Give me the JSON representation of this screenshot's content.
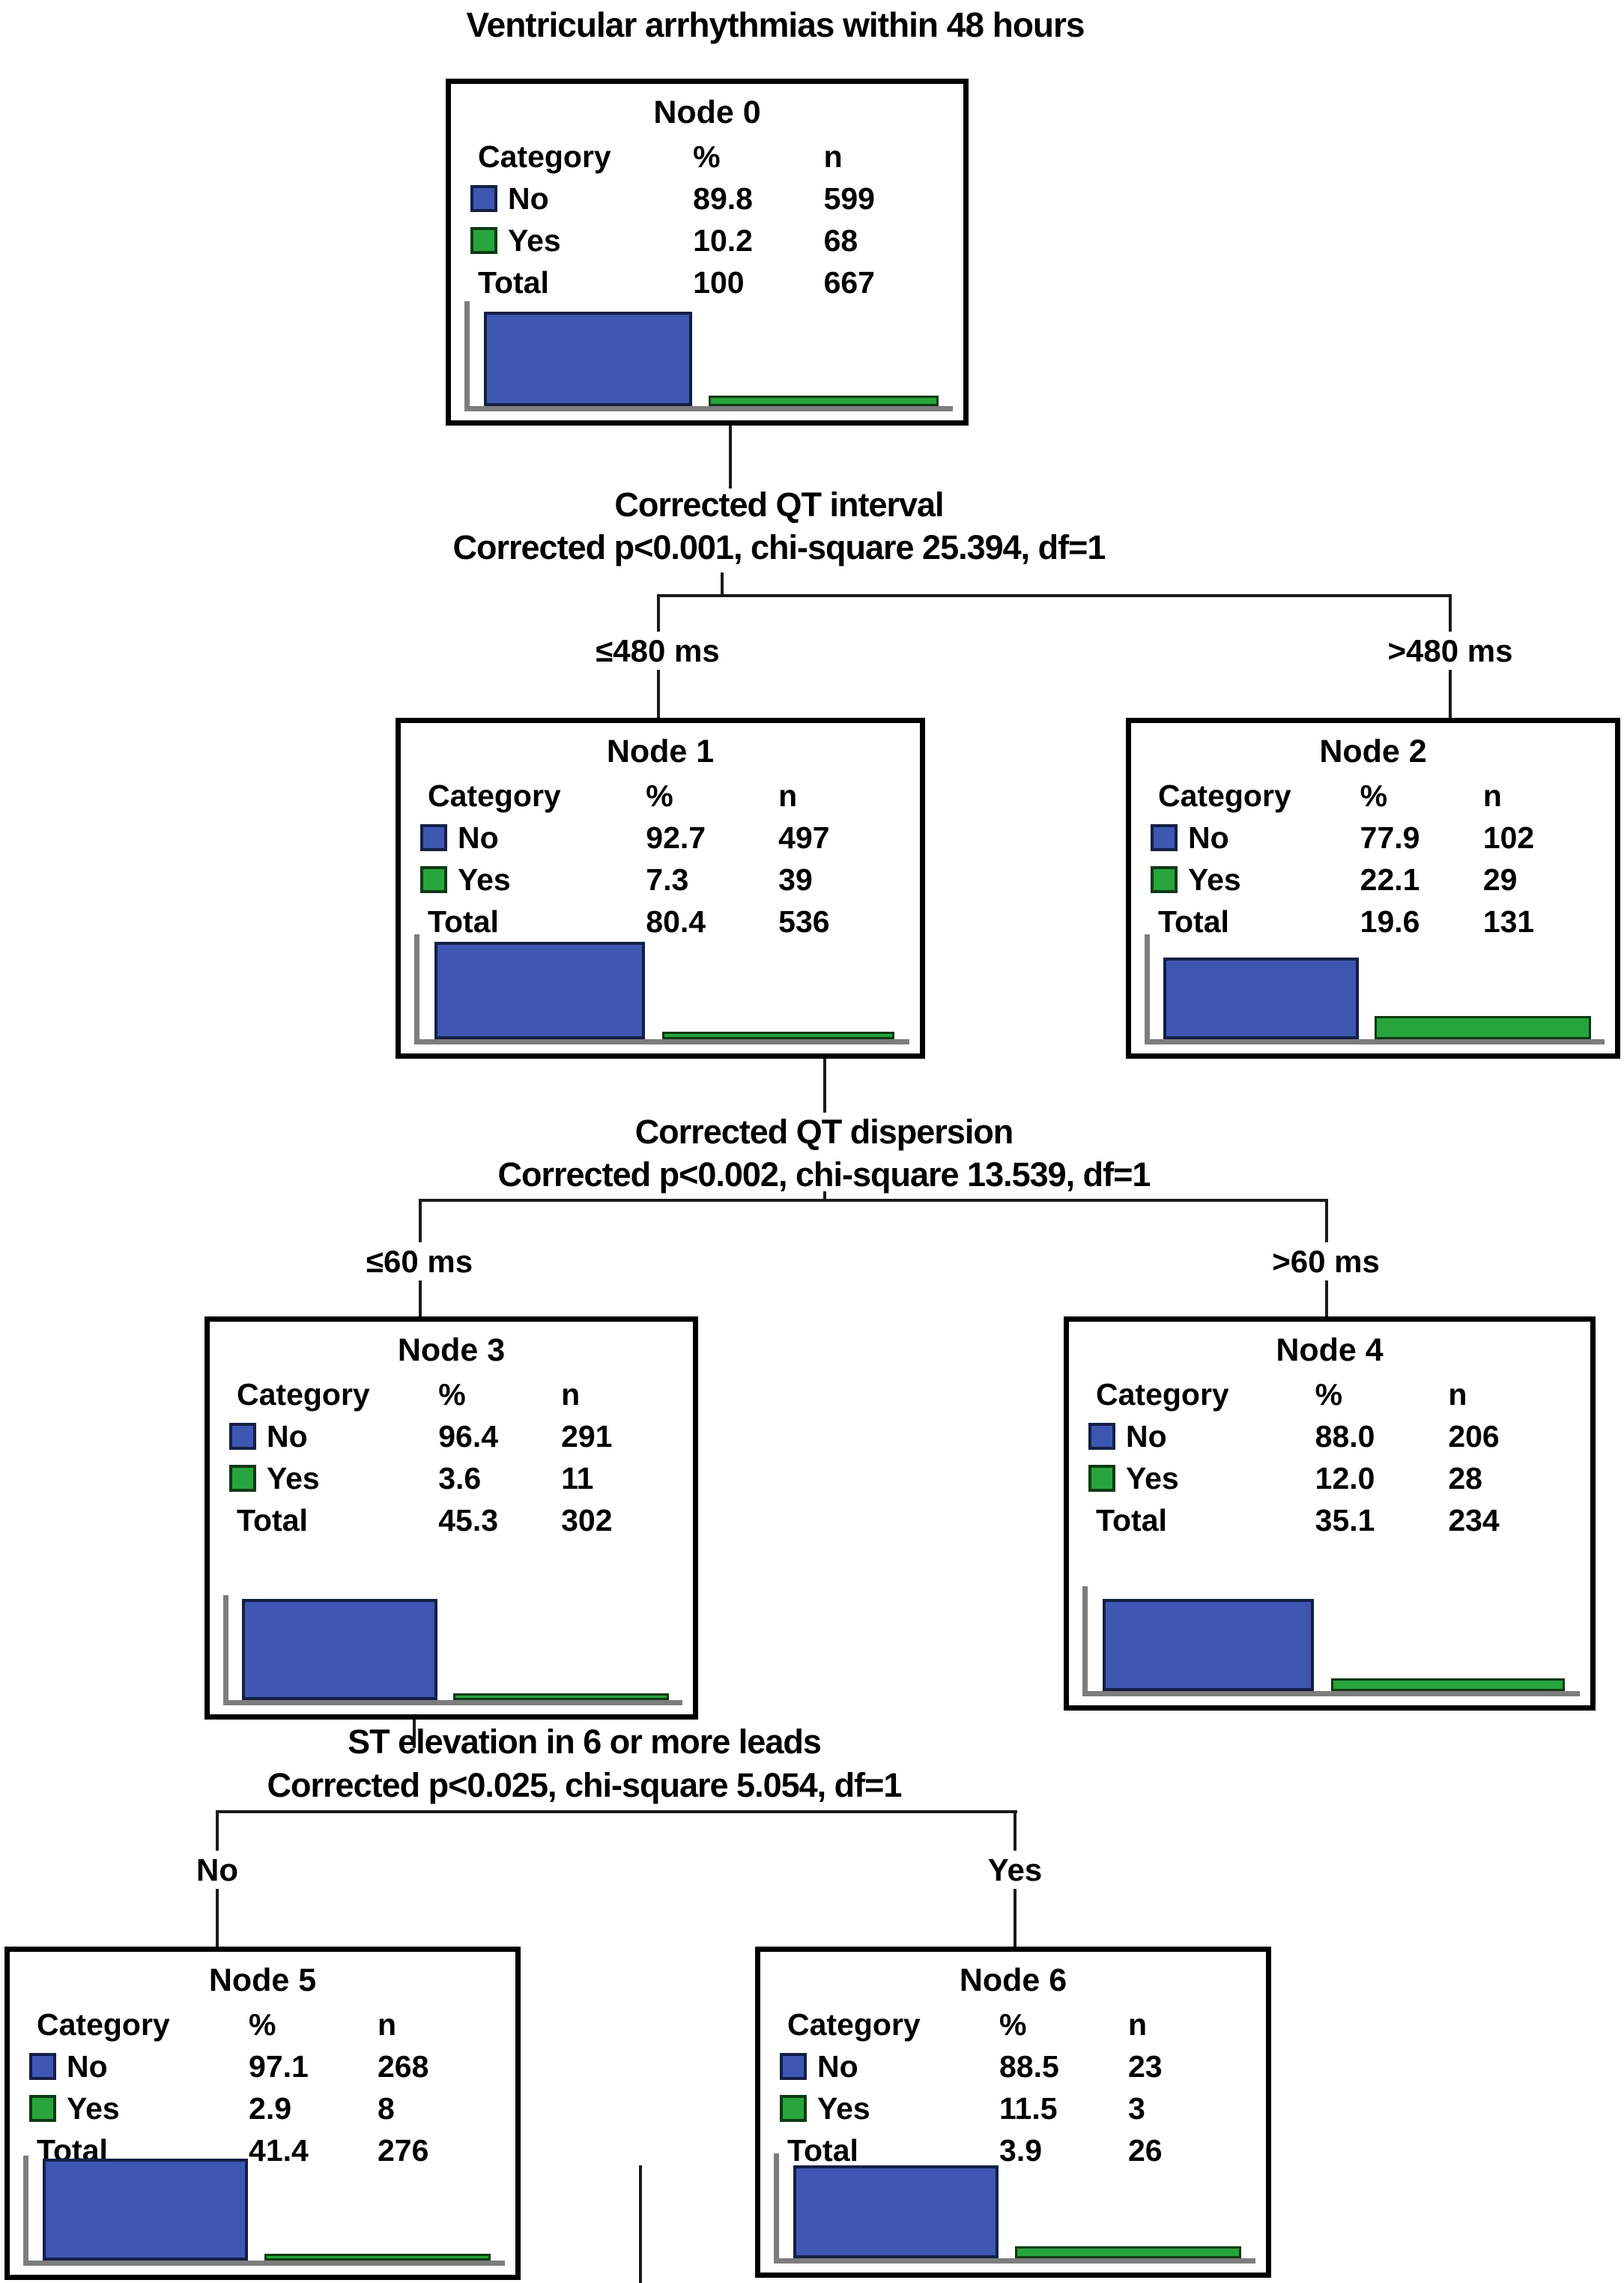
{
  "figure_title": "Ventricular arrhythmias within 48 hours",
  "colors": {
    "no_fill": "#3d57b2",
    "no_border": "#141f45",
    "yes_fill": "#27a53c",
    "yes_border": "#0e3a14",
    "axis_gray": "#7d7d7d"
  },
  "table": {
    "category": "Category",
    "pct": "%",
    "n": "n",
    "no": "No",
    "yes": "Yes",
    "total": "Total"
  },
  "splits": [
    {
      "variable": "Corrected QT interval",
      "stats": "Corrected p<0.001, chi-square 25.394, df=1",
      "left_label": "≤480 ms",
      "right_label": ">480 ms"
    },
    {
      "variable": "Corrected QT dispersion",
      "stats": "Corrected p<0.002, chi-square 13.539, df=1",
      "left_label": "≤60 ms",
      "right_label": ">60 ms"
    },
    {
      "variable": "ST elevation in 6 or more leads",
      "stats": "Corrected p<0.025, chi-square 5.054, df=1",
      "left_label": "No",
      "right_label": "Yes"
    }
  ],
  "nodes": [
    {
      "title": "Node 0",
      "no_pct": "89.8",
      "no_n": "599",
      "yes_pct": "10.2",
      "yes_n": "68",
      "total_pct": "100",
      "total_n": "667"
    },
    {
      "title": "Node 1",
      "no_pct": "92.7",
      "no_n": "497",
      "yes_pct": "7.3",
      "yes_n": "39",
      "total_pct": "80.4",
      "total_n": "536"
    },
    {
      "title": "Node 2",
      "no_pct": "77.9",
      "no_n": "102",
      "yes_pct": "22.1",
      "yes_n": "29",
      "total_pct": "19.6",
      "total_n": "131"
    },
    {
      "title": "Node 3",
      "no_pct": "96.4",
      "no_n": "291",
      "yes_pct": "3.6",
      "yes_n": "11",
      "total_pct": "45.3",
      "total_n": "302"
    },
    {
      "title": "Node 4",
      "no_pct": "88.0",
      "no_n": "206",
      "yes_pct": "12.0",
      "yes_n": "28",
      "total_pct": "35.1",
      "total_n": "234"
    },
    {
      "title": "Node 5",
      "no_pct": "97.1",
      "no_n": "268",
      "yes_pct": "2.9",
      "yes_n": "8",
      "total_pct": "41.4",
      "total_n": "276"
    },
    {
      "title": "Node 6",
      "no_pct": "88.5",
      "no_n": "23",
      "yes_pct": "11.5",
      "yes_n": "3",
      "total_pct": "3.9",
      "total_n": "26"
    }
  ],
  "chart_data": {
    "type": "table",
    "title": "Ventricular arrhythmias within 48 hours",
    "description": "CHAID decision tree; each node bar chart shows No (blue) vs Yes (green) percentages",
    "categories": [
      "No",
      "Yes"
    ],
    "series": [
      {
        "name": "Node 0",
        "values": [
          89.8,
          10.2
        ],
        "n": [
          599,
          68
        ],
        "total_pct": 100,
        "total_n": 667
      },
      {
        "name": "Node 1",
        "values": [
          92.7,
          7.3
        ],
        "n": [
          497,
          39
        ],
        "total_pct": 80.4,
        "total_n": 536
      },
      {
        "name": "Node 2",
        "values": [
          77.9,
          22.1
        ],
        "n": [
          102,
          29
        ],
        "total_pct": 19.6,
        "total_n": 131
      },
      {
        "name": "Node 3",
        "values": [
          96.4,
          3.6
        ],
        "n": [
          291,
          11
        ],
        "total_pct": 45.3,
        "total_n": 302
      },
      {
        "name": "Node 4",
        "values": [
          88.0,
          12.0
        ],
        "n": [
          206,
          28
        ],
        "total_pct": 35.1,
        "total_n": 234
      },
      {
        "name": "Node 5",
        "values": [
          97.1,
          2.9
        ],
        "n": [
          268,
          8
        ],
        "total_pct": 41.4,
        "total_n": 276
      },
      {
        "name": "Node 6",
        "values": [
          88.5,
          11.5
        ],
        "n": [
          23,
          3
        ],
        "total_pct": 3.9,
        "total_n": 26
      }
    ]
  }
}
